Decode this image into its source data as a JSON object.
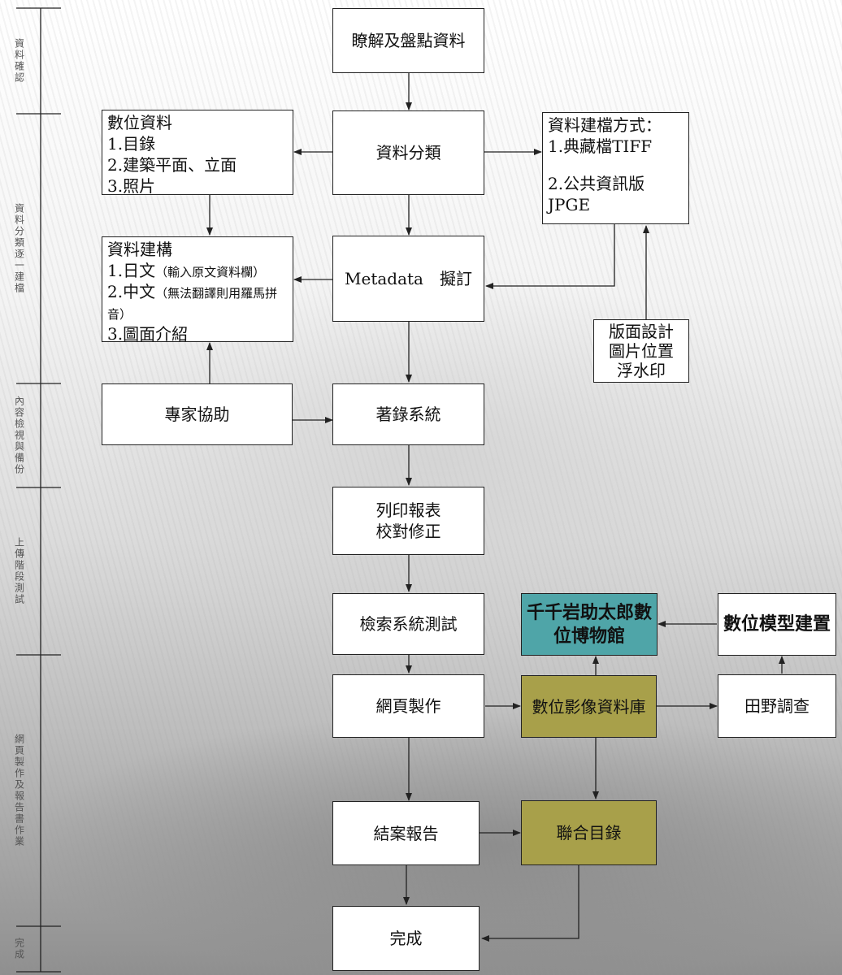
{
  "stages": [
    "資料確認",
    "資料分類逐一建檔",
    "內容檢視與備份",
    "上傳階段測試",
    "網頁製作及報告書作業",
    "完成"
  ],
  "nodes": {
    "understand": "瞭解及盤點資料",
    "classify": "資料分類",
    "digital_title": "數位資料",
    "digital_items": [
      "1.目錄",
      "2.建築平面、立面",
      "3.照片"
    ],
    "filing_title": "資料建檔方式：",
    "filing_items": [
      "1.典藏檔TIFF",
      "2.公共資訊版JPGE"
    ],
    "metadata": "Metadata　擬訂",
    "construct_title": "資料建構",
    "construct_items": [
      {
        "main": "1.日文",
        "note": "（輸入原文資料欄）"
      },
      {
        "main": "2.中文",
        "note": "（無法翻譯則用羅馬拼音）"
      },
      {
        "main": "3.圖面介紹",
        "note": ""
      }
    ],
    "layout_design": "版面設計\n圖片位置\n浮水印",
    "expert": "專家協助",
    "catalog": "著錄系統",
    "print_report": "列印報表\n校對修正",
    "search_test": "檢索系統測試",
    "museum": "千千岩助太郎數\n位博物館",
    "model": "數位模型建置",
    "web": "網頁製作",
    "image_db": "數位影像資料庫",
    "field_survey": "田野調查",
    "final_report": "結案報告",
    "union_catalog": "聯合目錄",
    "done": "完成"
  },
  "colors": {
    "box_fill": "#ffffff",
    "teal": "#4fa5a8",
    "olive": "#a8a04a",
    "line": "#222222"
  }
}
